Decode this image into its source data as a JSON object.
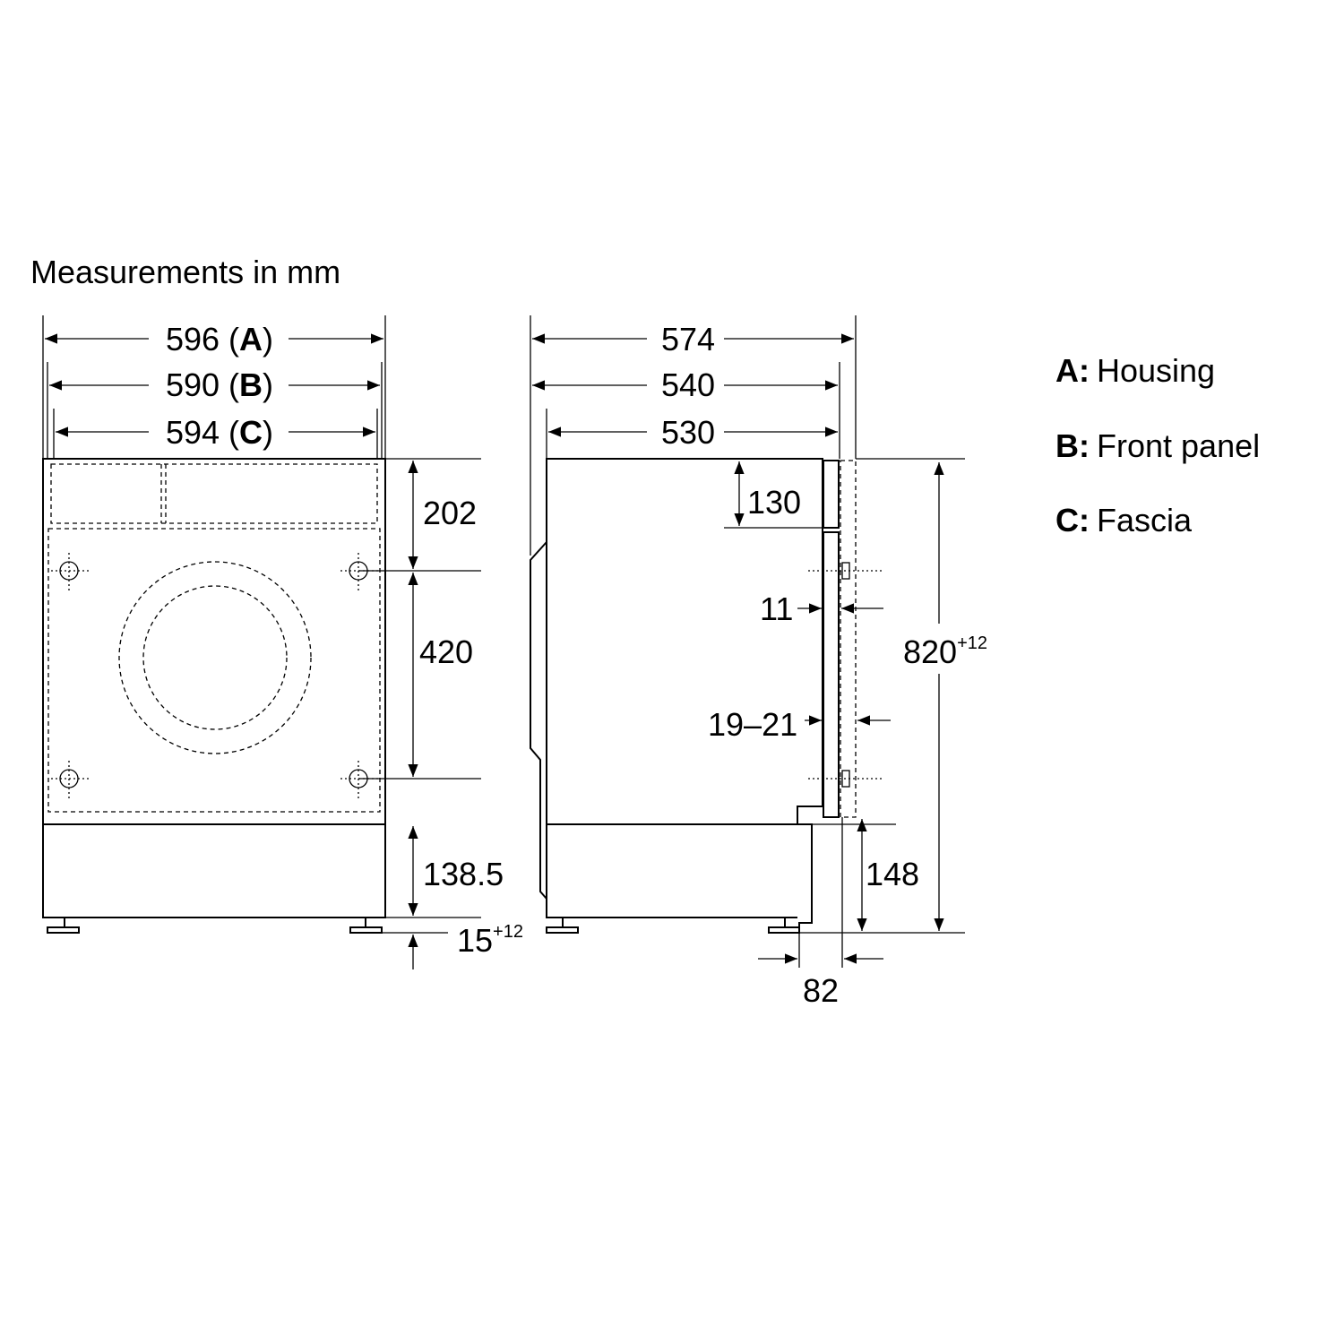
{
  "title": "Measurements in mm",
  "front_view": {
    "width_a": {
      "value": "596",
      "letter": "A"
    },
    "width_b": {
      "value": "590",
      "letter": "B"
    },
    "width_c": {
      "value": "594",
      "letter": "C"
    },
    "height_top": "202",
    "height_mid": "420",
    "height_plinth": "138.5",
    "feet": {
      "value": "15",
      "sup": "+12"
    }
  },
  "side_view": {
    "depth_total": "574",
    "depth_mid": "540",
    "depth_body": "530",
    "panel_top": "130",
    "gap_small": "11",
    "gap_range": "19–21",
    "height_total": {
      "value": "820",
      "sup": "+12"
    },
    "plinth_height": "148",
    "plinth_depth": "82"
  },
  "legend": [
    {
      "key": "A:",
      "label": "Housing"
    },
    {
      "key": "B:",
      "label": "Front panel"
    },
    {
      "key": "C:",
      "label": "Fascia"
    }
  ]
}
